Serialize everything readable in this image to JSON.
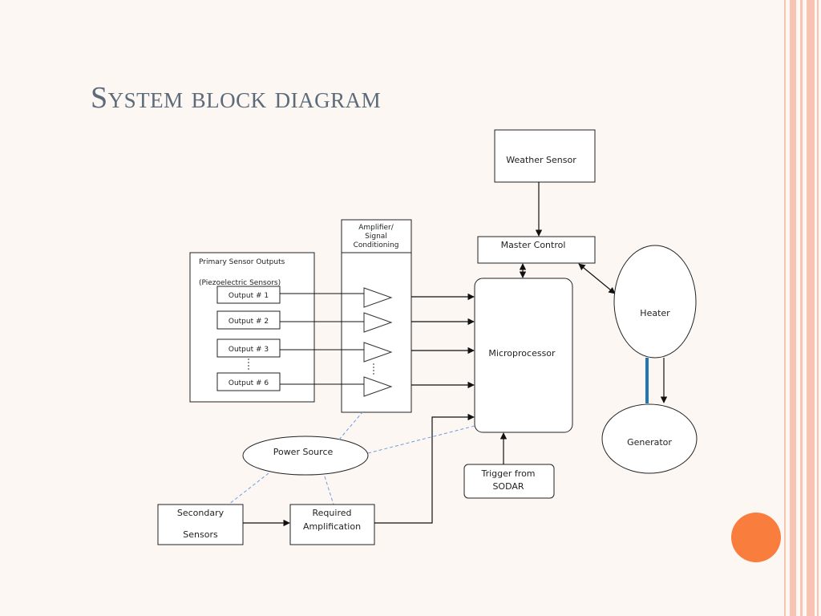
{
  "slide": {
    "title": "System block diagram",
    "accent_color": "#f97d3d",
    "stripe_color": "#f7c4b4"
  },
  "diagram": {
    "weather_sensor": "Weather Sensor",
    "master_control": "Master Control",
    "amplifier": [
      "Amplifier/",
      "Signal",
      "Conditioning"
    ],
    "primary_outputs_line1": "Primary Sensor Outputs",
    "primary_outputs_line2": "(Piezoelectric Sensors)",
    "outputs": [
      "Output # 1",
      "Output # 2",
      "Output # 3",
      "Output # 6"
    ],
    "microprocessor": "Microprocessor",
    "heater": "Heater",
    "generator": "Generator",
    "power_source": "Power Source",
    "trigger": [
      "Trigger from",
      "SODAR"
    ],
    "secondary_sensors": [
      "Secondary",
      "Sensors"
    ],
    "required_amplification": [
      "Required",
      "Amplification"
    ]
  }
}
